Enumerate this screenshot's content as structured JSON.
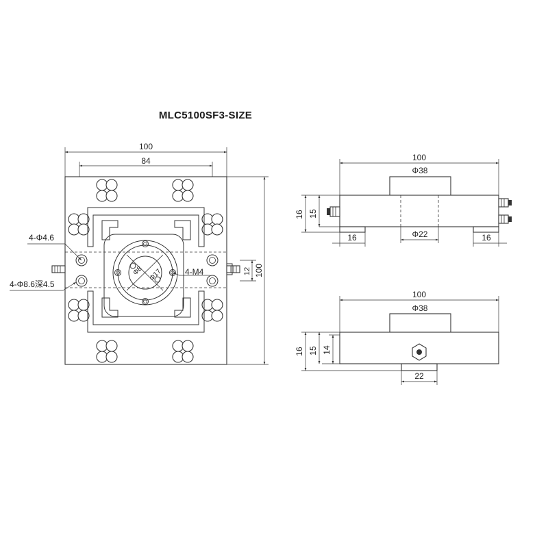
{
  "title": "MLC5100SF3-SIZE",
  "front_view": {
    "dim_width_outer": "100",
    "dim_width_inner": "84",
    "dim_height": "100",
    "dim_slot": "12",
    "label_hole_small": "4-Φ4.6",
    "label_hole_counterbore": "4-Φ8.6深4.5",
    "label_thread": "4-M4",
    "label_diag_a": "Φ8",
    "label_diag_b": "Φ17"
  },
  "top_side_view": {
    "dim_length": "100",
    "dim_boss": "Φ38",
    "dim_center": "Φ22",
    "dim_height_a": "16",
    "dim_height_b": "15",
    "dim_foot_left": "16",
    "dim_foot_right": "16"
  },
  "bottom_side_view": {
    "dim_length": "100",
    "dim_boss": "Φ38",
    "dim_height_a": "16",
    "dim_height_b": "15",
    "dim_height_c": "14",
    "dim_center_width": "22"
  }
}
